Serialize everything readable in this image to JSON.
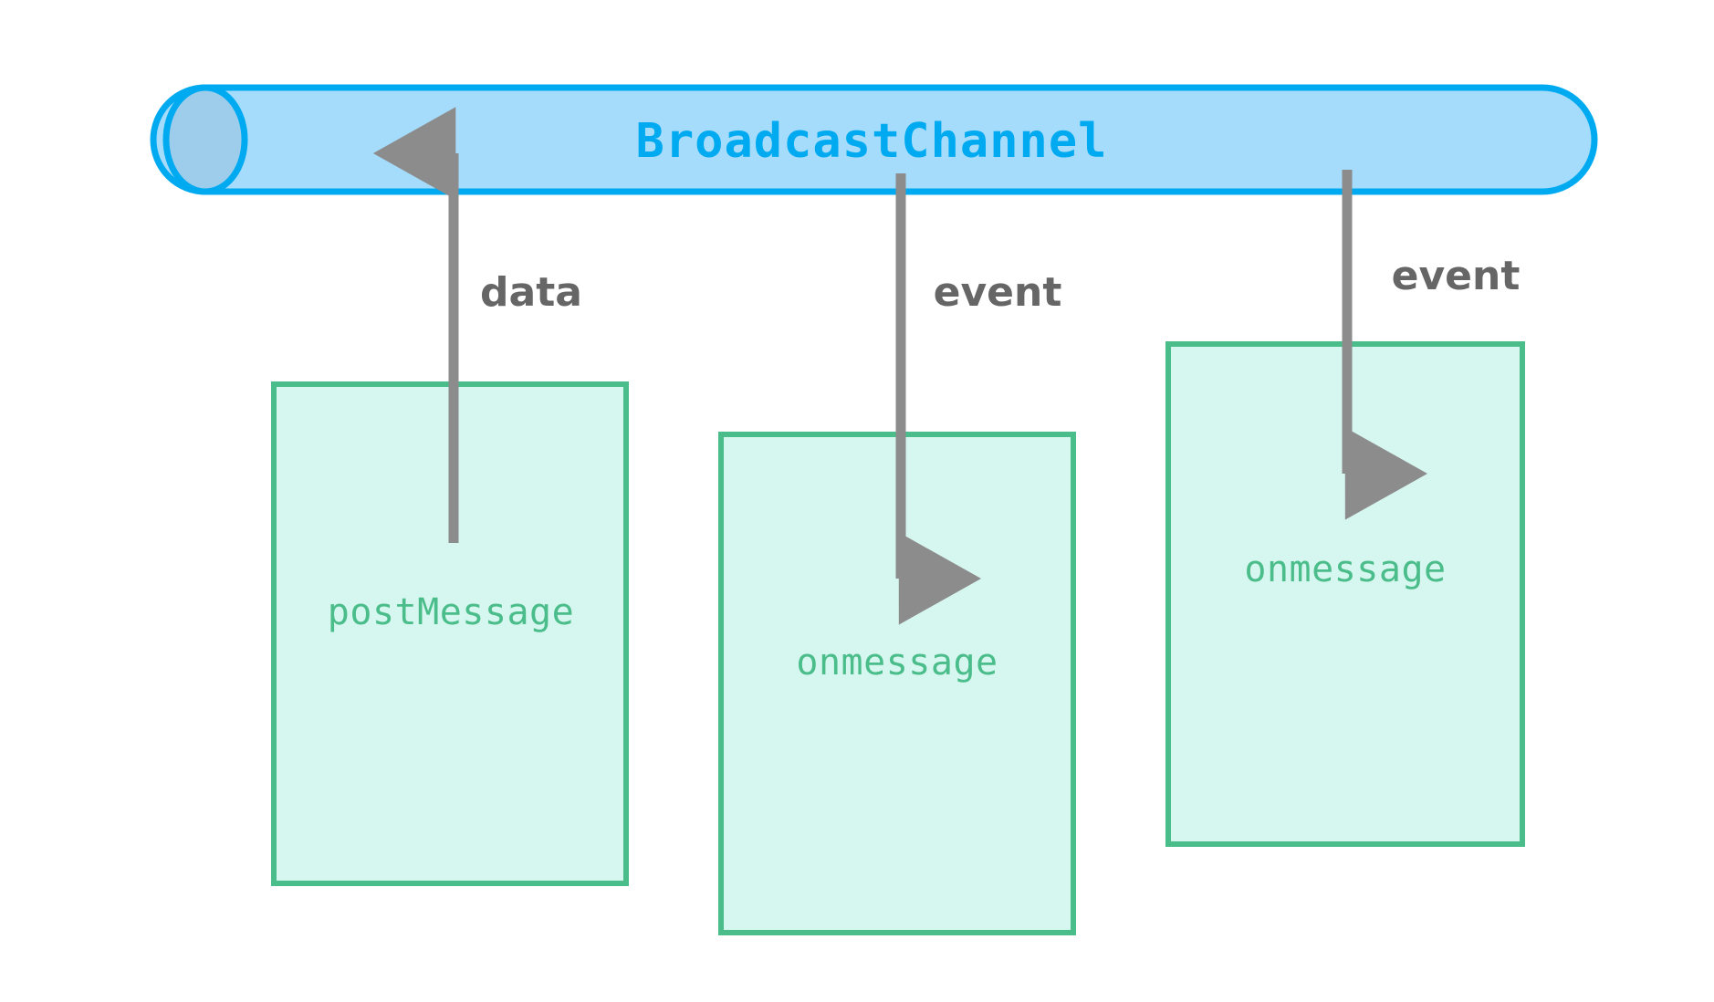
{
  "diagram": {
    "type": "broadcast-channel-flow",
    "background": "#ffffff",
    "channel": {
      "label": "BroadcastChannel",
      "fill": "#a5dcfc",
      "stroke": "#00aaf0",
      "text_color": "#00aaf0",
      "shape": "cylinder"
    },
    "nodes": [
      {
        "id": "node-postmessage",
        "label": "postMessage",
        "fill": "#d6f7ef",
        "stroke": "#4bbd8b",
        "text_color": "#4bbd8b"
      },
      {
        "id": "node-onmessage-1",
        "label": "onmessage",
        "fill": "#d6f7ef",
        "stroke": "#4bbd8b",
        "text_color": "#4bbd8b"
      },
      {
        "id": "node-onmessage-2",
        "label": "onmessage",
        "fill": "#d6f7ef",
        "stroke": "#4bbd8b",
        "text_color": "#4bbd8b"
      }
    ],
    "edges": [
      {
        "id": "edge-data",
        "label": "data",
        "from": "node-postmessage",
        "to": "channel",
        "direction": "up",
        "color": "#8c8c8c"
      },
      {
        "id": "edge-event-1",
        "label": "event",
        "from": "channel",
        "to": "node-onmessage-1",
        "direction": "down",
        "color": "#8c8c8c"
      },
      {
        "id": "edge-event-2",
        "label": "event",
        "from": "channel",
        "to": "node-onmessage-2",
        "direction": "down",
        "color": "#8c8c8c"
      }
    ]
  }
}
